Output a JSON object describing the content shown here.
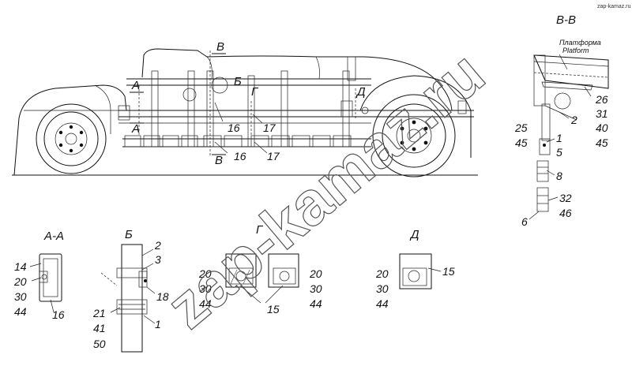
{
  "section_titles": {
    "vv": "В-В",
    "aa": "А-А",
    "b": "Б",
    "g": "Г",
    "d": "Д"
  },
  "view_markers": {
    "a_top": "А",
    "a_bottom": "А",
    "b": "Б",
    "g": "Г",
    "d": "Д",
    "v_top": "В",
    "v_bottom": "В"
  },
  "platform_label": {
    "ru": "Платформа",
    "en": "Platform"
  },
  "main_view_callouts": [
    "16",
    "17",
    "16",
    "17"
  ],
  "vv_callouts": [
    "26",
    "31",
    "40",
    "45",
    "2",
    "25",
    "45",
    "1",
    "5",
    "8",
    "32",
    "46",
    "6"
  ],
  "aa_callouts": [
    "14",
    "20",
    "30",
    "44",
    "16"
  ],
  "b_callouts": [
    "2",
    "3",
    "18",
    "21",
    "41",
    "50",
    "1"
  ],
  "g_callouts": [
    "20",
    "30",
    "44",
    "15",
    "20",
    "30",
    "44"
  ],
  "d_callouts": [
    "20",
    "30",
    "44",
    "15"
  ],
  "watermark": {
    "text": "zap-kamaz.ru",
    "corner": "zap-kamaz.ru"
  }
}
